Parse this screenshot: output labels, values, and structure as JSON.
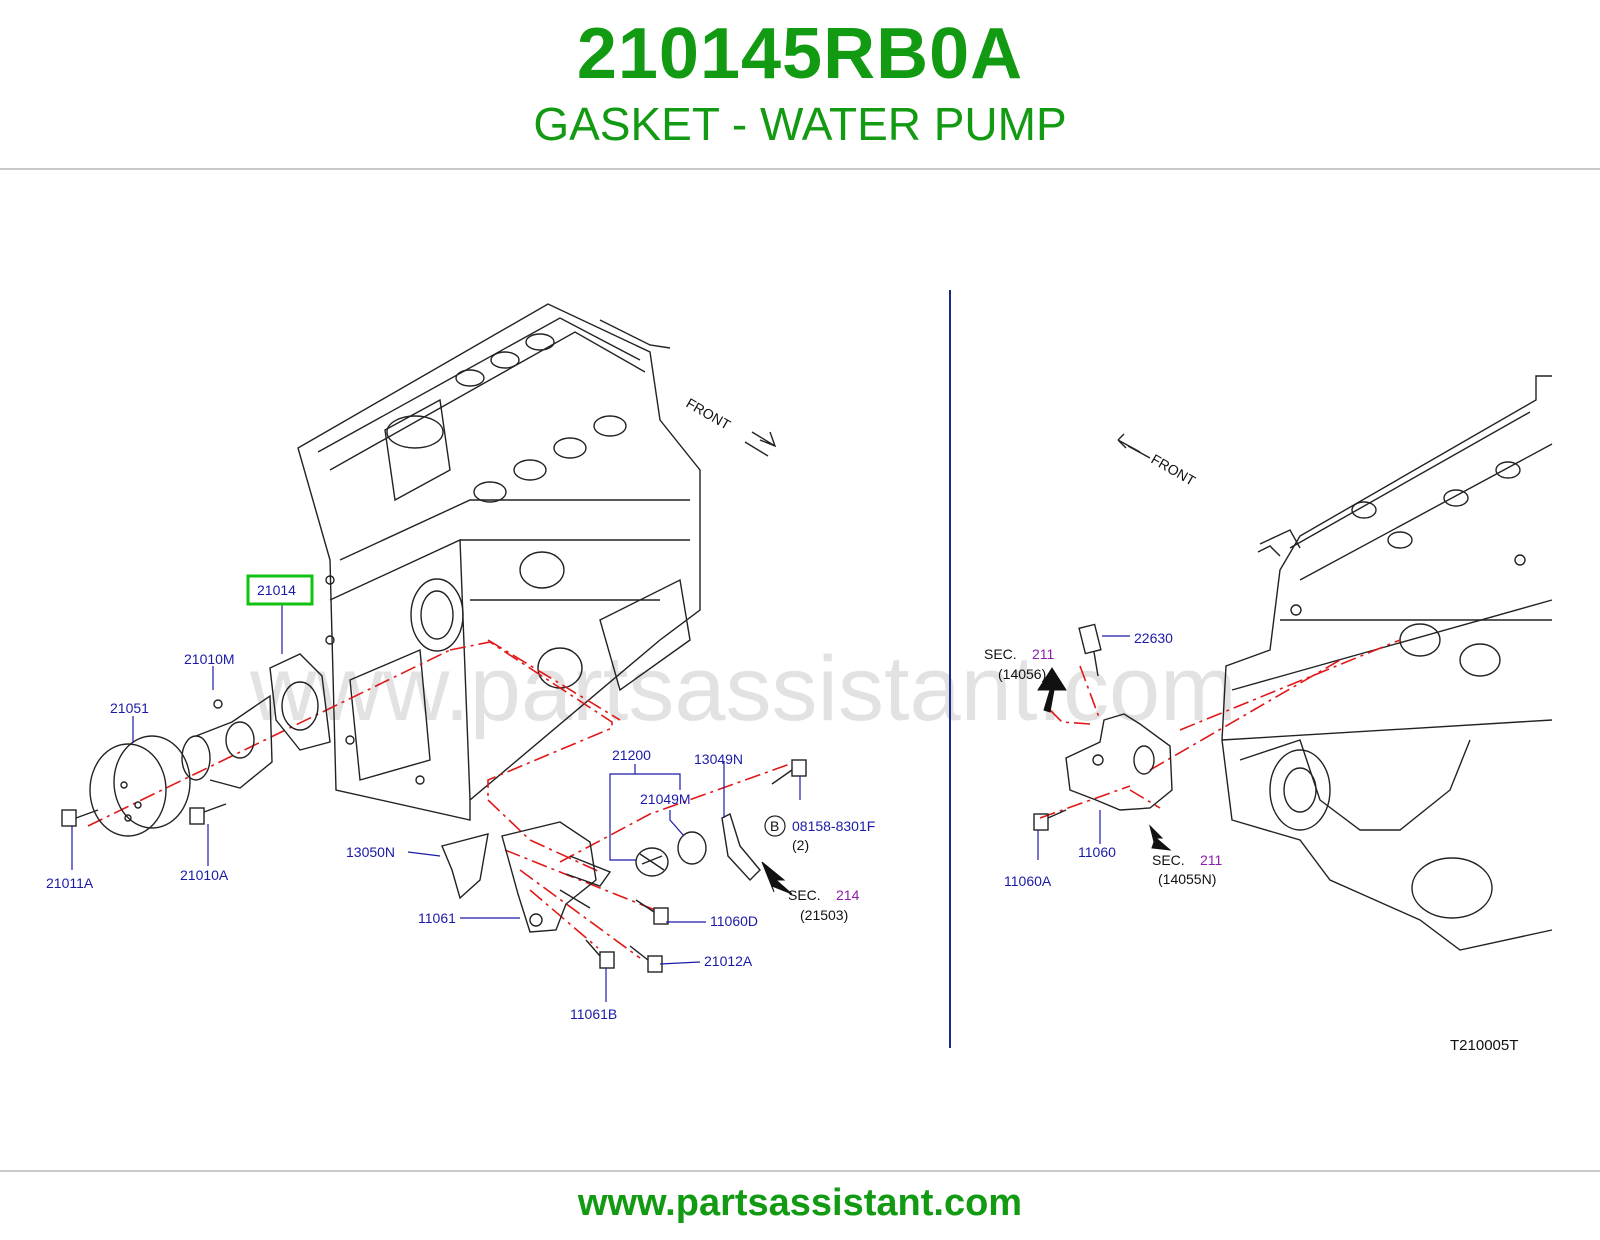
{
  "header": {
    "part_number": "210145RB0A",
    "description": "GASKET - WATER PUMP"
  },
  "footer": {
    "url": "www.partsassistant.com"
  },
  "diagram": {
    "watermark": "www.partsassistant.com",
    "figure_code": "T210005T",
    "front_labels": [
      "FRONT",
      "FRONT"
    ],
    "highlight_color": "#12c212",
    "left_labels": {
      "p21014": "21014",
      "p21010M": "21010M",
      "p21051": "21051",
      "p21011A": "21011A",
      "p21010A": "21010A",
      "p21200": "21200",
      "p13049N": "13049N",
      "p21049M": "21049M",
      "p08158": "08158-8301F",
      "p08158_qty": "(2)",
      "circle_b": "B",
      "p13050N": "13050N",
      "p11061": "11061",
      "p11060D": "11060D",
      "p21012A": "21012A",
      "p11061B": "11061B",
      "sec214_prefix": "SEC.",
      "sec214_num": "214",
      "sec214_ref": "(21503)"
    },
    "right_labels": {
      "p22630": "22630",
      "sec211a_prefix": "SEC.",
      "sec211a_num": "211",
      "sec211a_ref": "(14056)",
      "p11060": "11060",
      "p11060A": "11060A",
      "sec211b_prefix": "SEC.",
      "sec211b_num": "211",
      "sec211b_ref": "(14055N)"
    }
  }
}
